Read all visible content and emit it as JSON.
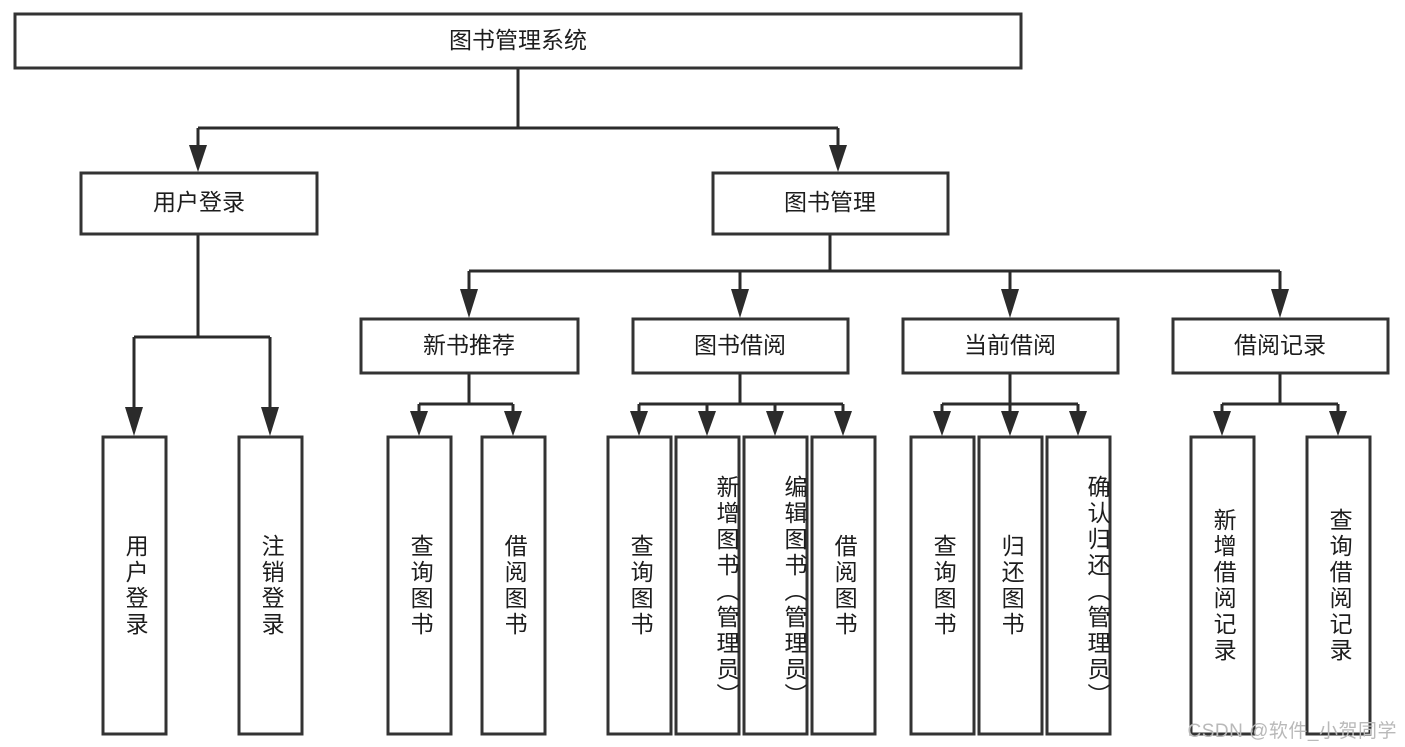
{
  "diagram": {
    "title": "图书管理系统",
    "type": "hierarchy-tree",
    "background_color": "#ffffff",
    "border_color": "#333333",
    "connector_color": "#2b2b2b",
    "text_color": "#1d1d1d",
    "root": {
      "label": "图书管理系统"
    },
    "level2": [
      {
        "label": "用户登录"
      },
      {
        "label": "图书管理"
      }
    ],
    "level3": [
      {
        "label": "新书推荐"
      },
      {
        "label": "图书借阅"
      },
      {
        "label": "当前借阅"
      },
      {
        "label": "借阅记录"
      }
    ],
    "leaves": {
      "user_login": [
        {
          "label": "用户登录"
        },
        {
          "label": "注销登录"
        }
      ],
      "new_book_recommend": [
        {
          "label": "查询图书"
        },
        {
          "label": "借阅图书"
        }
      ],
      "book_borrow": [
        {
          "label": "查询图书"
        },
        {
          "label": "新增图书（管理员）"
        },
        {
          "label": "编辑图书（管理员）"
        },
        {
          "label": "借阅图书"
        }
      ],
      "current_borrow": [
        {
          "label": "查询图书"
        },
        {
          "label": "归还图书"
        },
        {
          "label": "确认归还（管理员）"
        }
      ],
      "borrow_record": [
        {
          "label": "新增借阅记录"
        },
        {
          "label": "查询借阅记录"
        }
      ]
    }
  },
  "watermark": {
    "text": "CSDN @软件_小贺同学"
  }
}
